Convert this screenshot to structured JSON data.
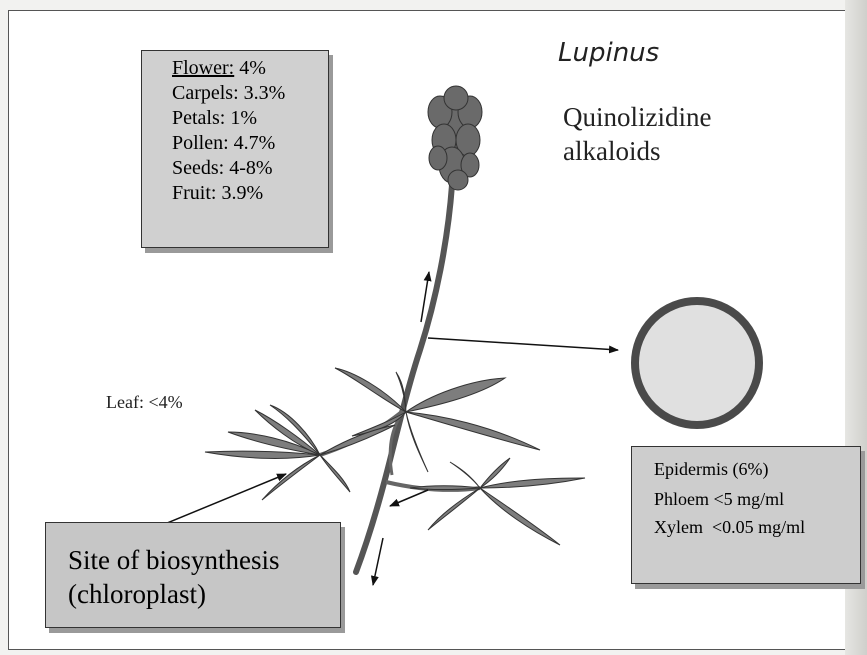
{
  "title": "Lupinus",
  "subtitle": "Quinolizidine alkaloids",
  "flower_box": {
    "heading": "Flower:",
    "heading_value": "4%",
    "items": [
      "Carpels: 3.3%",
      "Petals: 1%",
      "Pollen: 4.7%",
      "Seeds: 4-8%",
      "Fruit: 3.9%"
    ]
  },
  "leaf_label": "Leaf: <4%",
  "stem_section": {
    "items": [
      "Epidermis (6%)",
      "Phloem <5 mg/ml",
      "Xylem  <0.05 mg/ml"
    ]
  },
  "site_box": {
    "line1": "Site of biosynthesis",
    "line2": "(chloroplast)"
  },
  "colors": {
    "box_fill": "#d0d0d0",
    "ring_fill": "#e0e0e0",
    "ring_stroke": "#4a4a4a",
    "leaf_fill": "#7d7d7d"
  },
  "icons": [
    "lupin-plant-illustration",
    "stem-cross-section-icon"
  ]
}
